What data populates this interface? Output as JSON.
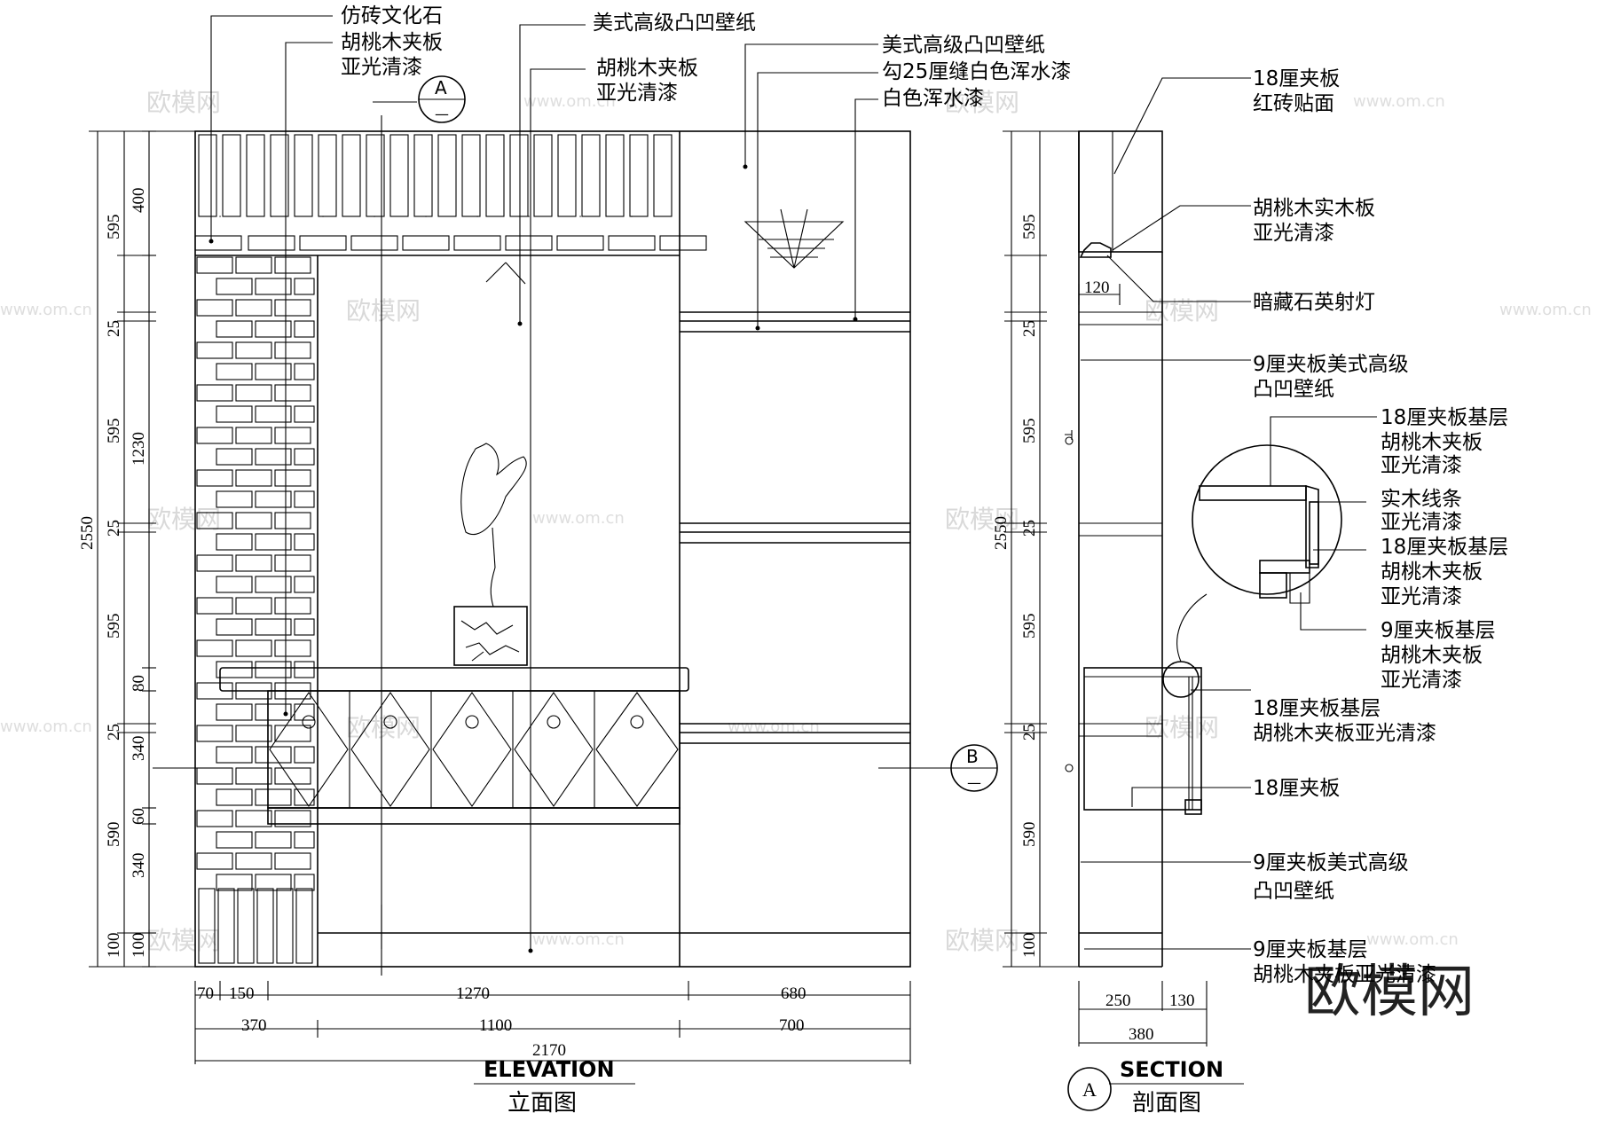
{
  "elevation": {
    "title_en": "ELEVATION",
    "title_cn": "立面图",
    "section_marker_a": "A",
    "section_marker_a_sub": "—",
    "section_marker_b": "B",
    "section_marker_b_sub": "—",
    "callouts": [
      "仿砖文化石",
      "胡桃木夹板",
      "亚光清漆",
      "美式高级凸凹壁纸",
      "胡桃木夹板",
      "亚光清漆",
      "美式高级凸凹壁纸",
      "勾25厘缝白色浑水漆",
      "白色浑水漆"
    ],
    "vertical_dims_outer": [
      "2550"
    ],
    "vertical_dims_mid": [
      "595",
      "25",
      "595",
      "25",
      "595",
      "25",
      "590",
      "100"
    ],
    "vertical_dims_inner": [
      "400",
      "1230",
      "80",
      "340",
      "60",
      "340",
      "100"
    ],
    "horizontal_dims_row1": [
      "70",
      "150",
      "1270",
      "680"
    ],
    "horizontal_dims_row2": [
      "370",
      "1100",
      "700"
    ],
    "horizontal_dims_row3": [
      "2170"
    ]
  },
  "section": {
    "title_en": "SECTION",
    "title_cn": "剖面图",
    "marker": "A",
    "callouts": [
      "18厘夹板",
      "红砖贴面",
      "胡桃木实木板",
      "亚光清漆",
      "暗藏石英射灯",
      "9厘夹板美式高级",
      "凸凹壁纸",
      "18厘夹板基层",
      "胡桃木夹板",
      "亚光清漆",
      "实木线条",
      "亚光清漆",
      "18厘夹板基层",
      "胡桃木夹板",
      "亚光清漆",
      "9厘夹板基层",
      "胡桃木夹板",
      "亚光清漆",
      "18厘夹板基层",
      "胡桃木夹板亚光清漆",
      "18厘夹板",
      "9厘夹板美式高级",
      "凸凹壁纸",
      "9厘夹板基层",
      "胡桃木夹板亚光清漆"
    ],
    "vertical_dims_outer": [
      "2550"
    ],
    "vertical_dims_mid": [
      "595",
      "25",
      "595",
      "25",
      "595",
      "25",
      "590",
      "100"
    ],
    "dim_120": "120",
    "horizontal_dims_row1": [
      "250",
      "130"
    ],
    "horizontal_dims_row2": [
      "380"
    ]
  },
  "watermark": {
    "brand": "欧模网",
    "url": "www.om.cn",
    "corner": "欧模网"
  }
}
